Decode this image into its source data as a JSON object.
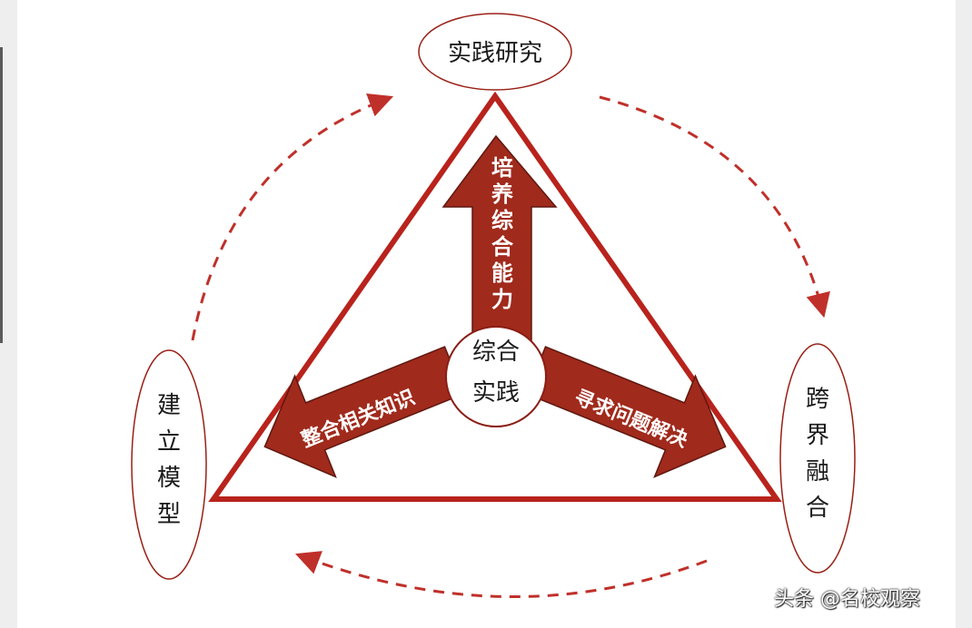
{
  "diagram": {
    "top_node": "实践研究",
    "left_node": [
      "建",
      "立",
      "模",
      "型"
    ],
    "right_node": [
      "跨",
      "界",
      "融",
      "合"
    ],
    "center": [
      "综合",
      "实践"
    ],
    "arrow_up": [
      "培",
      "养",
      "综",
      "合",
      "能",
      "力"
    ],
    "arrow_left": "整合相关知识",
    "arrow_right": "寻求问题解决",
    "colors": {
      "accent": "#a8261c",
      "arrow_fill": "#a02a1c",
      "outline": "#c0302a"
    }
  },
  "watermark": "头条 @名校观察"
}
